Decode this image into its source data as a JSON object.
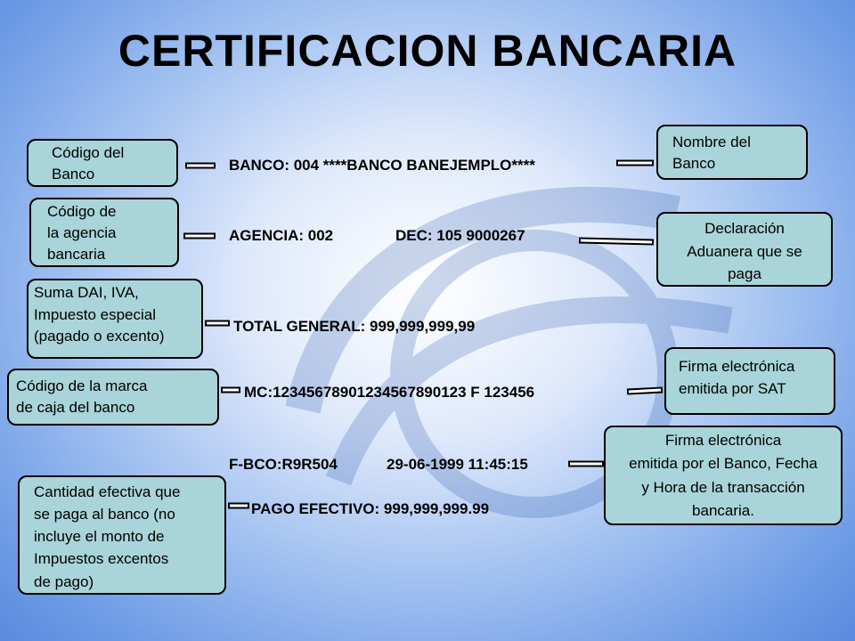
{
  "title": "CERTIFICACION BANCARIA",
  "voucher": {
    "banco": "BANCO: 004 ****BANCO BANEJEMPLO****",
    "agencia": "AGENCIA: 002",
    "dec": "DEC: 105 9000267",
    "total": "TOTAL GENERAL: 999,999,999,99",
    "mc": "MC:12345678901234567890123 F 123456",
    "fbco": "F-BCO:R9R504",
    "fecha": "29-06-1999 11:45:15",
    "pago": "PAGO EFECTIVO: 999,999,999.99"
  },
  "callouts": {
    "codigo_banco": [
      "Código del",
      "Banco"
    ],
    "nombre_banco": [
      "Nombre del",
      "Banco"
    ],
    "codigo_agencia": [
      "Código de",
      "la agencia",
      "bancaria"
    ],
    "declaracion": [
      "Declaración",
      "Aduanera que se",
      "paga"
    ],
    "suma_dai": [
      "Suma DAI, IVA,",
      "Impuesto especial",
      "(pagado o excento)"
    ],
    "firma_sat": [
      "Firma electrónica",
      "emitida por SAT"
    ],
    "codigo_marca": [
      "Código de  la marca",
      "de caja del banco"
    ],
    "firma_banco": [
      "Firma electrónica",
      "emitida por el Banco, Fecha",
      "y Hora de la transacción",
      "bancaria."
    ],
    "cantidad_efectiva": [
      "Cantidad efectiva que",
      "se paga al banco (no",
      "incluye el monto de",
      "Impuestos excentos",
      "de pago)"
    ]
  },
  "colors": {
    "box_fill": "#a9d4d9",
    "border": "#000000"
  }
}
